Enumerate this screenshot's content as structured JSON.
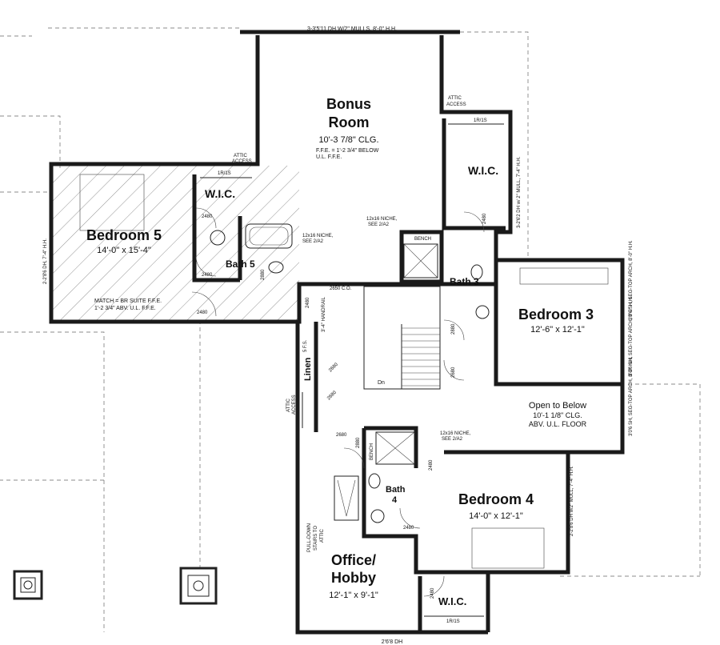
{
  "plan": {
    "window_top": "3-3'5'11 DH W/2\" MULLS, 8'-0\" H.H.",
    "window_bottom": "2'6'8 DH",
    "bonus": {
      "name1": "Bonus",
      "name2": "Room",
      "clg": "10'-3 7/8\" CLG.",
      "ffe1": "F.F.E. = 1'-2 3/4\" BELOW",
      "ffe2": "U.L. F.F.E."
    },
    "bedroom5": {
      "name": "Bedroom 5",
      "dims": "14'-0\" x 15'-4\"",
      "note1": "MATCH = BR SUITE F.F.E.",
      "note2": "1'-2 3/4\" ABV. U.L. F.F.E.",
      "window": "2-2'8'6 DH, 7'-4\" H.H."
    },
    "wic5": {
      "name": "W.I.C.",
      "shelf": "1R/1S"
    },
    "bath5": {
      "name": "Bath 5",
      "niche1": "12x16 NICHE,",
      "niche2": "SEE 2/A2"
    },
    "attic_left1": "ATTIC",
    "attic_left2": "ACCESS",
    "attic_right1": "ATTIC",
    "attic_right2": "ACCESS",
    "wic_right": {
      "name": "W.I.C.",
      "shelf": "1R/1S",
      "window": "3-2'6'2 DH w/ 2\" MULL, 7'-4\" H.H."
    },
    "niche_center1": "12x16 NICHE,",
    "niche_center2": "SEE 2/A2",
    "bench": "BENCH",
    "bath3": {
      "name": "Bath 3"
    },
    "bedroom3": {
      "name": "Bedroom 3",
      "dims": "12'-6\" x 12'-1\"",
      "win1": "3'0'6 SH, SEG-TOP ARCH, 8'-0\" H.H.",
      "win2": "3'0'6 SH, SEG-TOP ARCH, 8'-0\" H.H."
    },
    "open_below": {
      "line1": "Open to Below",
      "line2": "10'-1 1/8\" CLG.",
      "line3": "ABV. U.L. FLOOR",
      "win": "3'0'6 SH, SEG-TOP ARCH, 8'-0\" H.H."
    },
    "linen": "Linen",
    "dn": "Dn",
    "co": "2650 C.O.",
    "stair_note": "3'-4\" HANDRAIL",
    "fs": "5 F.S.",
    "attic_vert1": "ATTIC",
    "attic_vert2": "ACCESS",
    "niche_bath4_1": "12x16 NICHE,",
    "niche_bath4_2": "SEE 2/A2",
    "bath4": {
      "name1": "Bath",
      "name2": "4",
      "bench": "BENCH"
    },
    "bedroom4": {
      "name": "Bedroom 4",
      "dims": "14'-0\" x 12'-1\"",
      "window": "2-2'8'6 DH w/2\" MULL, 7'-4\" H.H."
    },
    "office": {
      "name1": "Office/",
      "name2": "Hobby",
      "dims": "12'-1\" x 9'-1\"",
      "pulldown1": "PULL-DOWN",
      "pulldown2": "STAIRS TO",
      "pulldown3": "ATTIC"
    },
    "wic4": {
      "name": "W.I.C.",
      "shelf": "1R/1S"
    },
    "doors": [
      "2480",
      "2480",
      "2480",
      "2880",
      "2480",
      "2880",
      "2680",
      "2680",
      "2680",
      "2880",
      "2480",
      "2480",
      "2480",
      "2480",
      "2680"
    ]
  }
}
